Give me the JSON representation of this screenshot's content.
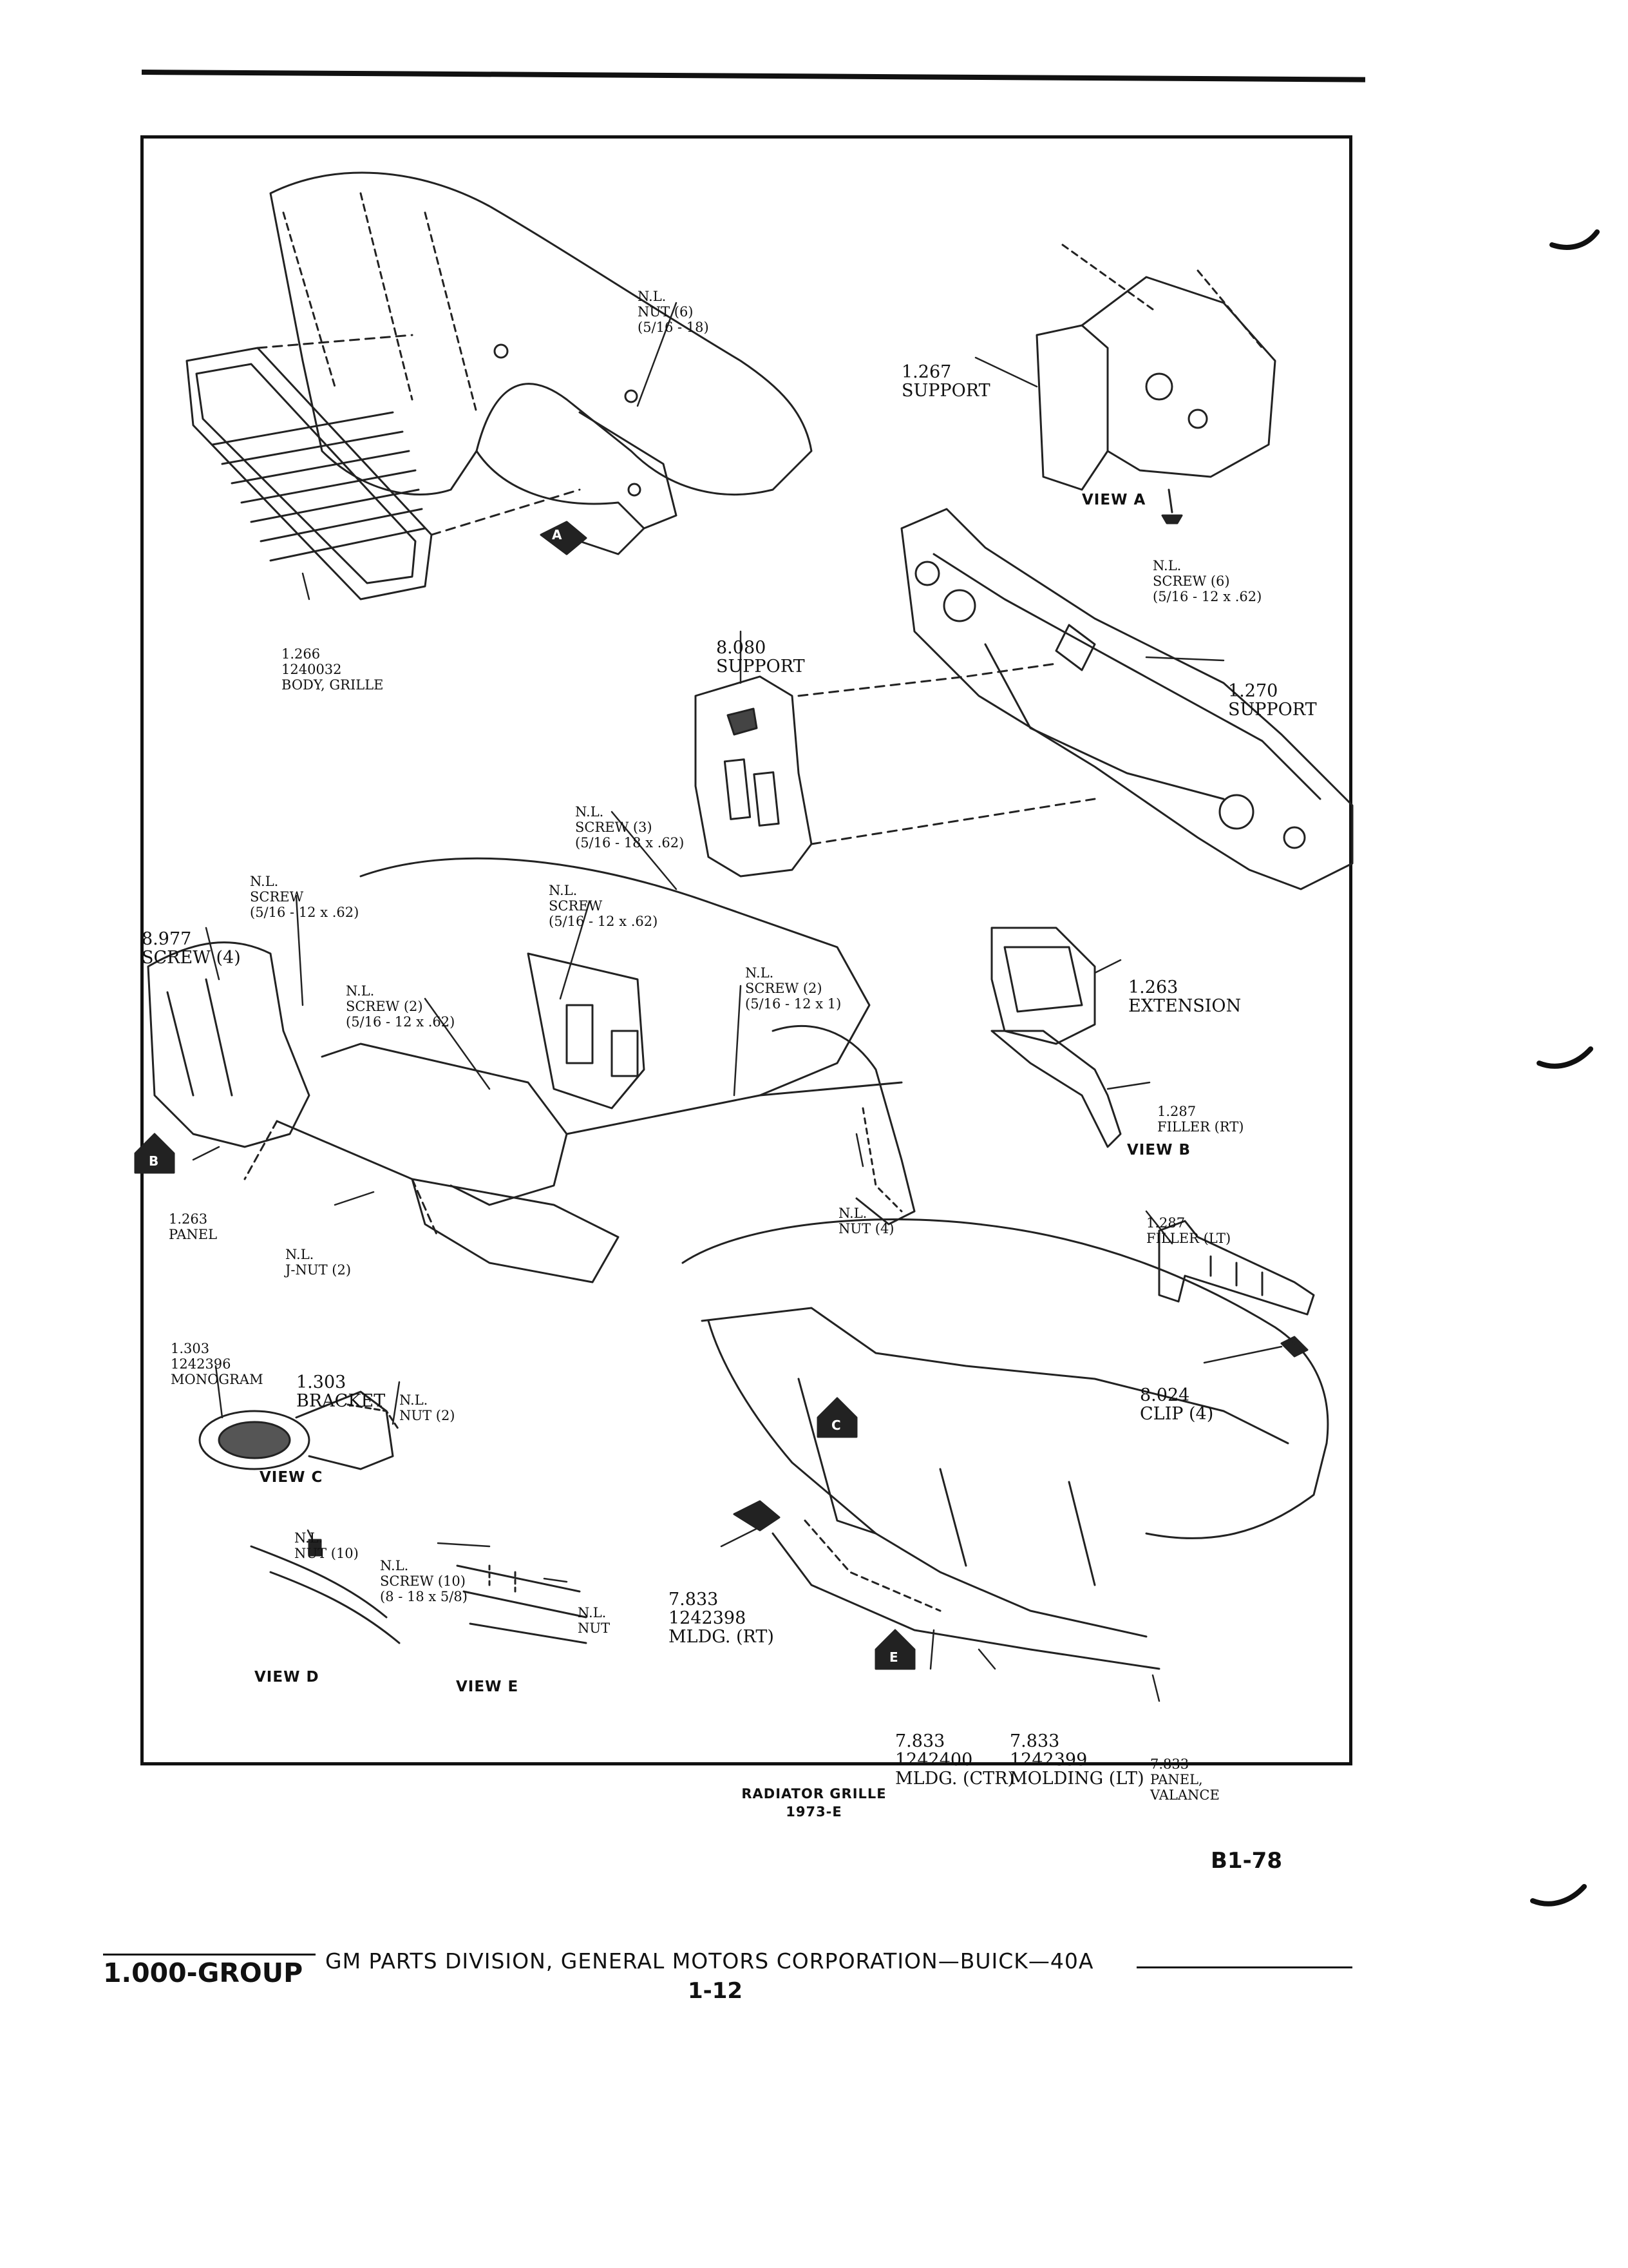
{
  "callouts": {
    "nut6": [
      "N.L.",
      "NUT (6)",
      "(5/16 - 18)"
    ],
    "support_1267": [
      "1.267",
      "SUPPORT"
    ],
    "screw6": [
      "N.L.",
      "SCREW (6)",
      "(5/16 - 12 x .62)"
    ],
    "grille": [
      "1.266",
      "1240032",
      "BODY, GRILLE"
    ],
    "support_8080": [
      "8.080",
      "SUPPORT"
    ],
    "support_1270": [
      "1.270",
      "SUPPORT"
    ],
    "screw3": [
      "N.L.",
      "SCREW (3)",
      "(5/16 - 18 x .62)"
    ],
    "screw_left": [
      "N.L.",
      "SCREW",
      "(5/16 - 12 x .62)"
    ],
    "screw_mid": [
      "N.L.",
      "SCREW",
      "(5/16 - 12 x .62)"
    ],
    "screw4": [
      "8.977",
      "SCREW (4)"
    ],
    "screw2_a": [
      "N.L.",
      "SCREW (2)",
      "(5/16 - 12 x .62)"
    ],
    "screw2_b": [
      "N.L.",
      "SCREW (2)",
      "(5/16 - 12 x 1)"
    ],
    "extension": [
      "1.263",
      "EXTENSION"
    ],
    "filler_rt": [
      "1.287",
      "FILLER (RT)"
    ],
    "panel_1263": [
      "1.263",
      "PANEL"
    ],
    "jnut": [
      "N.L.",
      "J-NUT (2)"
    ],
    "nut4": [
      "N.L.",
      "NUT (4)"
    ],
    "filler_lt": [
      "1.287",
      "FILLER (LT)"
    ],
    "clip": [
      "8.024",
      "CLIP (4)"
    ],
    "monogram": [
      "1.303",
      "1242396",
      "MONOGRAM"
    ],
    "bracket": [
      "1.303",
      "BRACKET"
    ],
    "nut2": [
      "N.L.",
      "NUT (2)"
    ],
    "nut10": [
      "N.L.",
      "NUT (10)"
    ],
    "screw10": [
      "N.L.",
      "SCREW (10)",
      "(8 - 18 x 5/8)"
    ],
    "nut_e": [
      "N.L.",
      "NUT"
    ],
    "mldg_rt": [
      "7.833",
      "1242398",
      "MLDG. (RT)"
    ],
    "mldg_ctr": [
      "7.833",
      "1242400",
      "MLDG. (CTR)"
    ],
    "molding_lt": [
      "7.833",
      "1242399",
      "MOLDING (LT)"
    ],
    "valance": [
      "7.833",
      "PANEL,",
      "VALANCE"
    ]
  },
  "views": {
    "a": "VIEW A",
    "b": "VIEW B",
    "c": "VIEW C",
    "d": "VIEW D",
    "e": "VIEW E"
  },
  "view_tags": {
    "a": "A",
    "b": "B",
    "c": "C",
    "e": "E"
  },
  "caption": {
    "title": "RADIATOR GRILLE",
    "subtitle": "1973-E"
  },
  "page_id": "B1-78",
  "footer": {
    "group": "1.000-GROUP",
    "publisher": "GM PARTS DIVISION, GENERAL MOTORS CORPORATION—BUICK—40A",
    "page": "1-12"
  }
}
